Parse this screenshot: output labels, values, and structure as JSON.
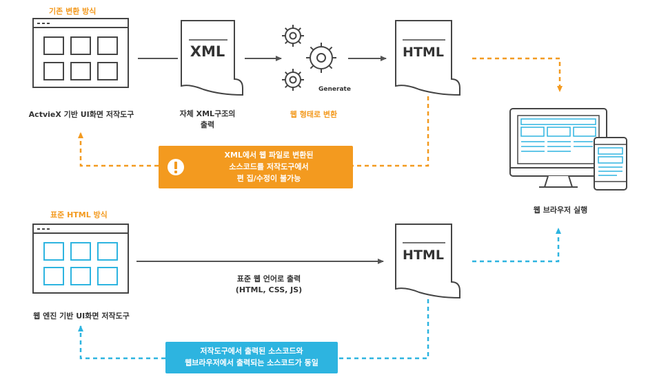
{
  "top_section": {
    "title": "기존 변환 방식",
    "editor_label": "ActvieX 기반 UI화면 저작도구",
    "xml_doc_text": "XML",
    "xml_label_line1": "자체 XML구조의",
    "xml_label_line2": "출력",
    "gear_text": "Generate",
    "gear_label": "웹 형태로 변환",
    "html_doc_text": "HTML",
    "warning": {
      "icon": "exclamation-icon",
      "line1": "XML에서 웹 파일로 변환된",
      "line2": "소스코드를 저작도구에서",
      "line3": "편 집/수정이 불가능"
    }
  },
  "browser_label": "웹 브라우저 실행",
  "bottom_section": {
    "title": "표준 HTML 방식",
    "editor_label": "웹 엔진 기반 UI화면 저작도구",
    "output_line1": "표준 웹 언어로 출력",
    "output_line2": "(HTML, CSS, JS)",
    "html_doc_text": "HTML",
    "info": {
      "line1": "저작도구에서 출력된 소스코드와",
      "line2": "웹브라우저에서 출력되는 소스코드가 동일"
    }
  },
  "colors": {
    "orange": "#f39a1f",
    "blue": "#2db4e0",
    "dark": "#333333",
    "line": "#555555"
  }
}
